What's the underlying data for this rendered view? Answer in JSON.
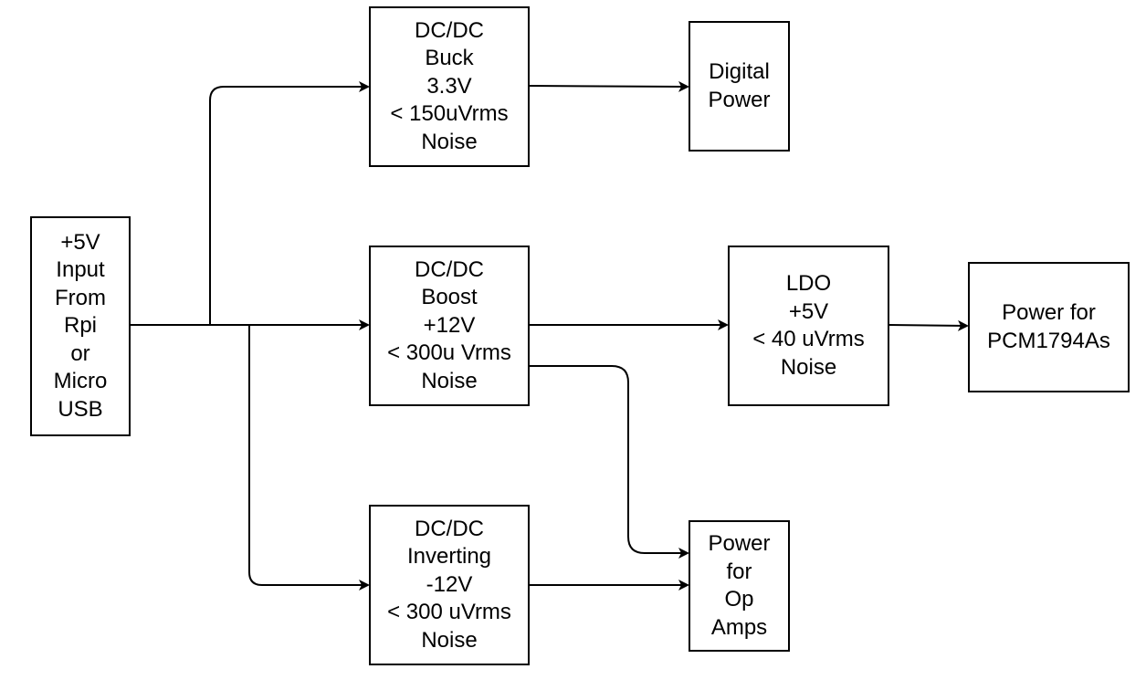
{
  "diagram": {
    "colors": {
      "line": "#000000",
      "box_border": "#000000",
      "background": "#ffffff"
    },
    "nodes": [
      {
        "id": "input",
        "lines": [
          "+5V",
          "Input",
          "From",
          "Rpi",
          "or",
          "Micro",
          "USB"
        ]
      },
      {
        "id": "buck",
        "lines": [
          "DC/DC",
          "Buck",
          "3.3V",
          "< 150uVrms",
          "Noise"
        ]
      },
      {
        "id": "boost",
        "lines": [
          "DC/DC",
          "Boost",
          "+12V",
          "< 300u Vrms",
          "Noise"
        ]
      },
      {
        "id": "inv",
        "lines": [
          "DC/DC",
          "Inverting",
          "-12V",
          "< 300 uVrms",
          "Noise"
        ]
      },
      {
        "id": "digital",
        "lines": [
          "Digital",
          "Power"
        ]
      },
      {
        "id": "ldo",
        "lines": [
          "LDO",
          "+5V",
          "< 40 uVrms",
          "Noise"
        ]
      },
      {
        "id": "pcm",
        "lines": [
          "Power for",
          "PCM1794As"
        ]
      },
      {
        "id": "opamp",
        "lines": [
          "Power",
          "for",
          "Op",
          "Amps"
        ]
      }
    ],
    "edges": [
      {
        "from": "input",
        "to": "buck"
      },
      {
        "from": "input",
        "to": "boost"
      },
      {
        "from": "input",
        "to": "inv"
      },
      {
        "from": "buck",
        "to": "digital"
      },
      {
        "from": "boost",
        "to": "ldo"
      },
      {
        "from": "boost",
        "to": "opamp"
      },
      {
        "from": "ldo",
        "to": "pcm"
      },
      {
        "from": "inv",
        "to": "opamp"
      }
    ]
  }
}
